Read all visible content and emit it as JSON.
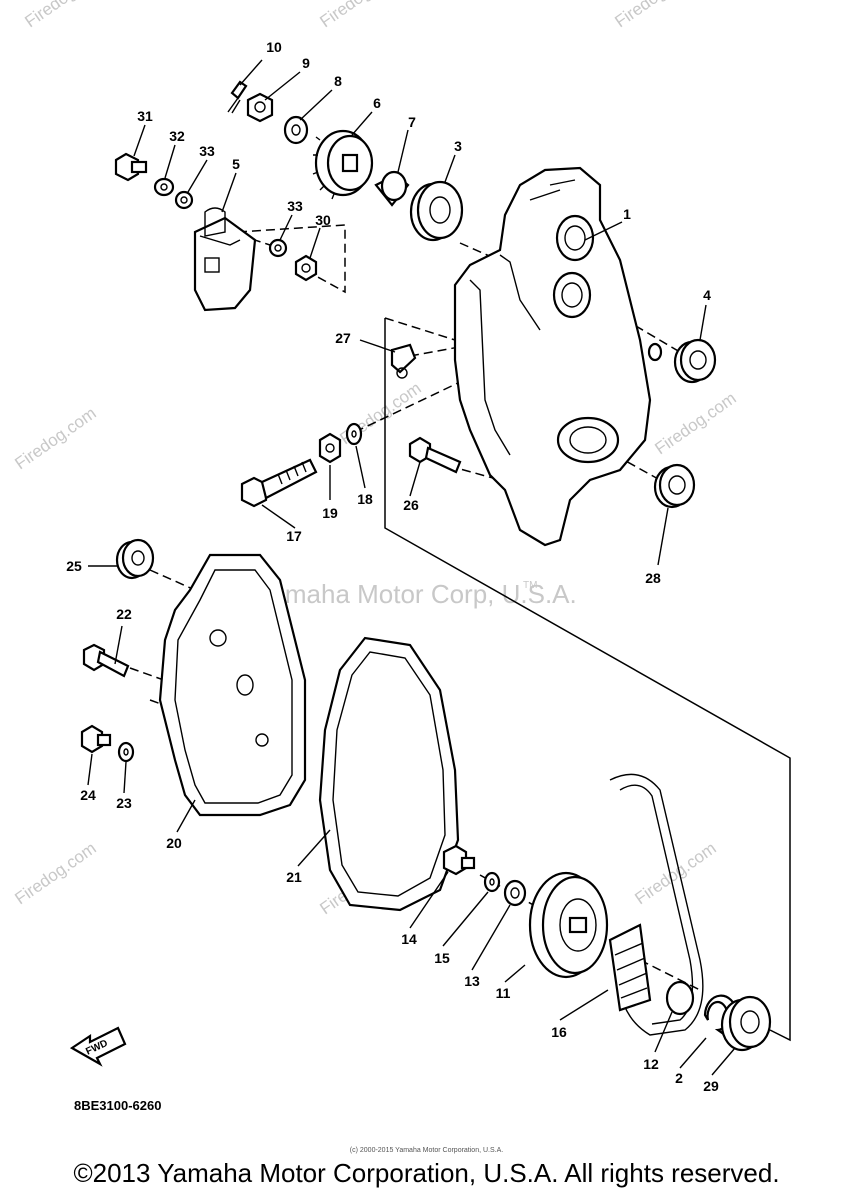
{
  "watermark": {
    "center_text": "Yamaha Motor Corp, U.S.A.",
    "tm": "TM",
    "site": "Firedog.com"
  },
  "callouts": [
    "1",
    "2",
    "3",
    "4",
    "5",
    "6",
    "7",
    "8",
    "9",
    "10",
    "11",
    "12",
    "13",
    "14",
    "15",
    "16",
    "17",
    "18",
    "19",
    "20",
    "21",
    "22",
    "23",
    "24",
    "25",
    "26",
    "27",
    "28",
    "29",
    "30",
    "31",
    "32",
    "33",
    "33"
  ],
  "fwd_label": "FWD",
  "part_code": "8BE3100-6260",
  "tiny_credit": "(c) 2000-2015 Yamaha Motor Corporation, U.S.A.",
  "copyright": "©2013 Yamaha Motor Corporation, U.S.A. All rights reserved."
}
